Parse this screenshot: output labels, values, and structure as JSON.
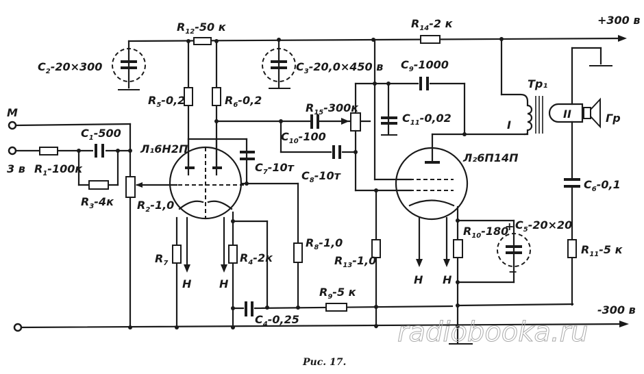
{
  "schematic": {
    "rails": {
      "positive": "+300 в",
      "negative": "-300 в"
    },
    "inputs": {
      "mic": "М",
      "line": "3 в"
    },
    "tubes": [
      {
        "ref": "Л1",
        "type": "6Н2П",
        "label": "Л₁6Н2П"
      },
      {
        "ref": "Л2",
        "type": "6П14П",
        "label": "Л₂6П14П"
      }
    ],
    "components": {
      "R1": {
        "ref": "R",
        "sub": "1",
        "value": "-100к"
      },
      "R2": {
        "ref": "R",
        "sub": "2",
        "value": "-1,0"
      },
      "R3": {
        "ref": "R",
        "sub": "3",
        "value": "-4к"
      },
      "R4": {
        "ref": "R",
        "sub": "4",
        "value": "-2к"
      },
      "R5": {
        "ref": "R",
        "sub": "5",
        "value": "-0,2"
      },
      "R6": {
        "ref": "R",
        "sub": "6",
        "value": "-0,2"
      },
      "R7": {
        "ref": "R",
        "sub": "7",
        "value": ""
      },
      "R8": {
        "ref": "R",
        "sub": "8",
        "value": "-1,0"
      },
      "R9": {
        "ref": "R",
        "sub": "9",
        "value": "-5 к"
      },
      "R10": {
        "ref": "R",
        "sub": "10",
        "value": "-180"
      },
      "R11": {
        "ref": "R",
        "sub": "11",
        "value": "-5 к"
      },
      "R12": {
        "ref": "R",
        "sub": "12",
        "value": "-50 к"
      },
      "R13": {
        "ref": "R",
        "sub": "13",
        "value": "-1,0"
      },
      "R14": {
        "ref": "R",
        "sub": "14",
        "value": "-2 к"
      },
      "R15": {
        "ref": "R",
        "sub": "15",
        "value": "-300к"
      },
      "C1": {
        "ref": "C",
        "sub": "1",
        "value": "-500"
      },
      "C2": {
        "ref": "C",
        "sub": "2",
        "value": "-20×300"
      },
      "C3": {
        "ref": "C",
        "sub": "3",
        "value": "-20,0×450 в"
      },
      "C4": {
        "ref": "C",
        "sub": "4",
        "value": "-0,25"
      },
      "C5": {
        "ref": "C",
        "sub": "5",
        "value": "-20×20"
      },
      "C6": {
        "ref": "C",
        "sub": "6",
        "value": "-0,1"
      },
      "C7": {
        "ref": "C",
        "sub": "7",
        "value": "-10т"
      },
      "C8": {
        "ref": "C",
        "sub": "8",
        "value": "-10т"
      },
      "C9": {
        "ref": "C",
        "sub": "9",
        "value": "-1000"
      },
      "C10": {
        "ref": "C",
        "sub": "10",
        "value": "-100"
      },
      "C11": {
        "ref": "C",
        "sub": "11",
        "value": "-0,02"
      }
    },
    "transformer": {
      "label": "Тр₁",
      "primary": "I",
      "secondary": "II"
    },
    "speaker": "Гр",
    "heater": "Н",
    "polarity": {
      "plus": "+",
      "minus": "−"
    }
  },
  "caption": "Рис. 17.",
  "watermark": "radiobooka.ru"
}
